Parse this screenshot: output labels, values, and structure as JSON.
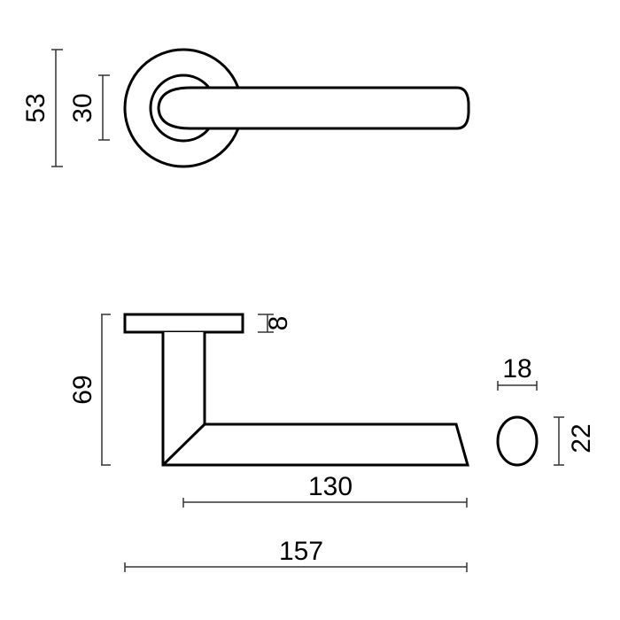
{
  "drawing": {
    "subject": "door lever handle on round rose",
    "line_color": "#000000",
    "dim_line_color": "#333333",
    "background": "#ffffff"
  },
  "top_view": {
    "dimensions": {
      "rose_diameter": "53",
      "inner_collar_diameter": "30"
    }
  },
  "side_view": {
    "dimensions": {
      "rose_thickness": "8",
      "height": "69",
      "lever_length": "130",
      "total_length": "157"
    }
  },
  "section_view": {
    "dimensions": {
      "width": "18",
      "height": "22"
    }
  }
}
